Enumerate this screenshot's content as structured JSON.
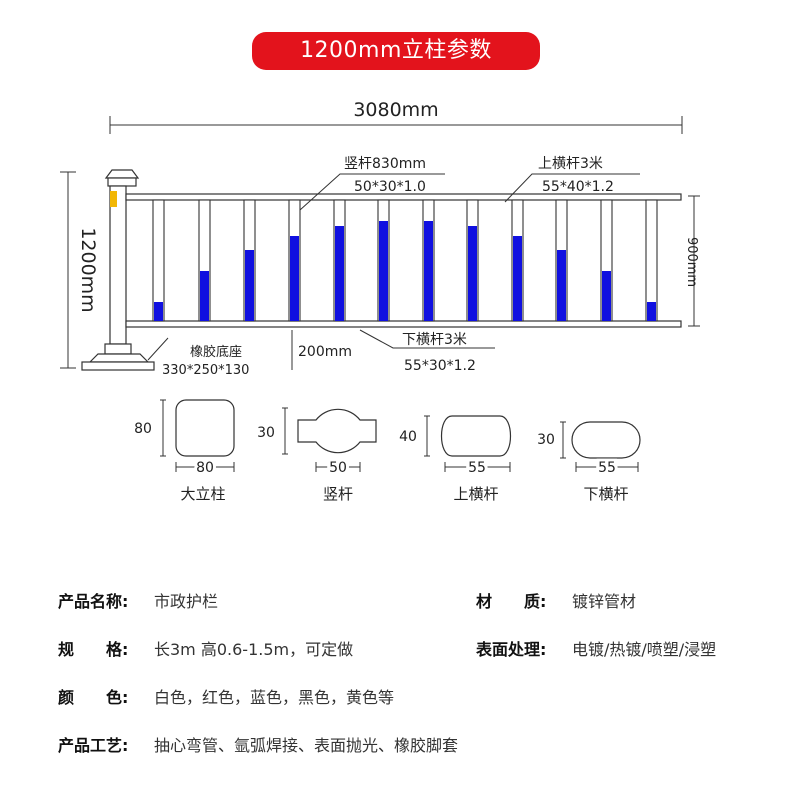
{
  "banner": {
    "title": "1200mm立柱参数"
  },
  "dimensions": {
    "total_width": "3080mm",
    "total_height": "1200mm",
    "rail_span": "900mm",
    "bottom_gap": "200mm"
  },
  "callouts": {
    "picket_name": "竖杆830mm",
    "picket_size": "50*30*1.0",
    "top_rail_name": "上横杆3米",
    "top_rail_size": "55*40*1.2",
    "bottom_rail_name": "下横杆3米",
    "bottom_rail_size": "55*30*1.2",
    "base_name": "橡胶底座",
    "base_size": "330*250*130"
  },
  "sections": [
    {
      "name": "大立柱",
      "height": "80",
      "width": "80"
    },
    {
      "name": "竖杆",
      "height": "30",
      "width": "50"
    },
    {
      "name": "上横杆",
      "height": "40",
      "width": "55"
    },
    {
      "name": "下横杆",
      "height": "30",
      "width": "55"
    }
  ],
  "specs": {
    "product_name": {
      "label": "产品名称:",
      "value": "市政护栏"
    },
    "material": {
      "label": "材　　质:",
      "value": "镀锌管材"
    },
    "size": {
      "label": "规　　格:",
      "value": "长3m  高0.6-1.5m，可定做"
    },
    "surface": {
      "label": "表面处理:",
      "value": "电镀/热镀/喷塑/浸塑"
    },
    "color": {
      "label": "颜　　色:",
      "value": "白色，红色，蓝色，黑色，黄色等"
    },
    "process": {
      "label": "产品工艺:",
      "value": "抽心弯管、氩弧焊接、表面抛光、橡胶脚套"
    }
  },
  "palette": {
    "banner": "#e3131c",
    "picket_fill": "#1010e0",
    "reflector": "#f2b705"
  }
}
